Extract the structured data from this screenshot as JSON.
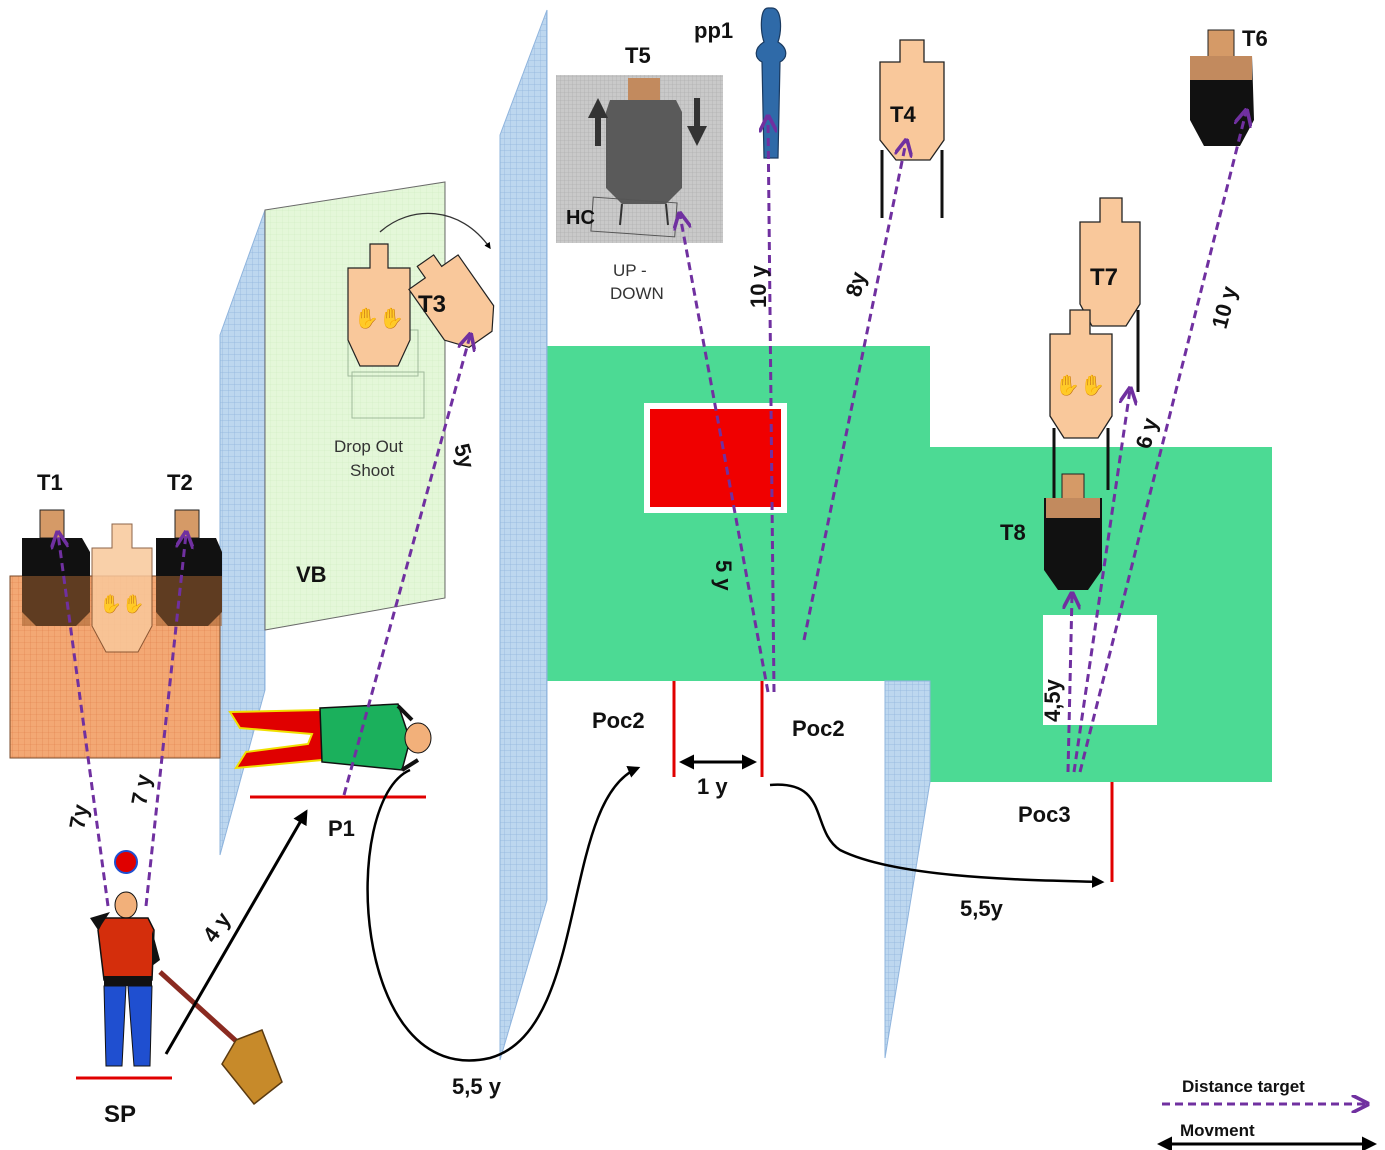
{
  "targets": {
    "t1": "T1",
    "t2": "T2",
    "t3": "T3",
    "t4": "T4",
    "t5": "T5",
    "t6": "T6",
    "t7": "T7",
    "t8": "T8",
    "pp1": "pp1"
  },
  "props": {
    "hc": "HC",
    "up_down_line1": "UP -",
    "up_down_line2": "DOWN",
    "drop_line1": "Drop Out",
    "drop_line2": "Shoot",
    "vb": "VB"
  },
  "positions": {
    "sp": "SP",
    "p1": "P1",
    "poc2_left": "Poc2",
    "poc2_right": "Poc2",
    "poc3": "Poc3"
  },
  "distances": {
    "t1": "7y",
    "t2": "7 y",
    "t3": "5y",
    "t5": "5 y",
    "pp1": "10 y",
    "t4": "8y",
    "t6": "10 y",
    "t7": "6 y",
    "t8": "4,5y"
  },
  "movements": {
    "sp_to_p1": "4 y",
    "p1_to_poc2": "5,5 y",
    "poc2_gap": "1 y",
    "poc2_to_poc3": "5,5y"
  },
  "legend": {
    "distance": "Distance target",
    "movement": "Movment"
  },
  "colors": {
    "distance_arrow": "#7030a0",
    "movement_arrow": "#000000",
    "fault_line": "#e00000",
    "floor_green": "#4cda94",
    "wall_blue": "#b8d4ee",
    "target_tan": "#f9c89b",
    "vb_green": "#e3f7d8"
  }
}
